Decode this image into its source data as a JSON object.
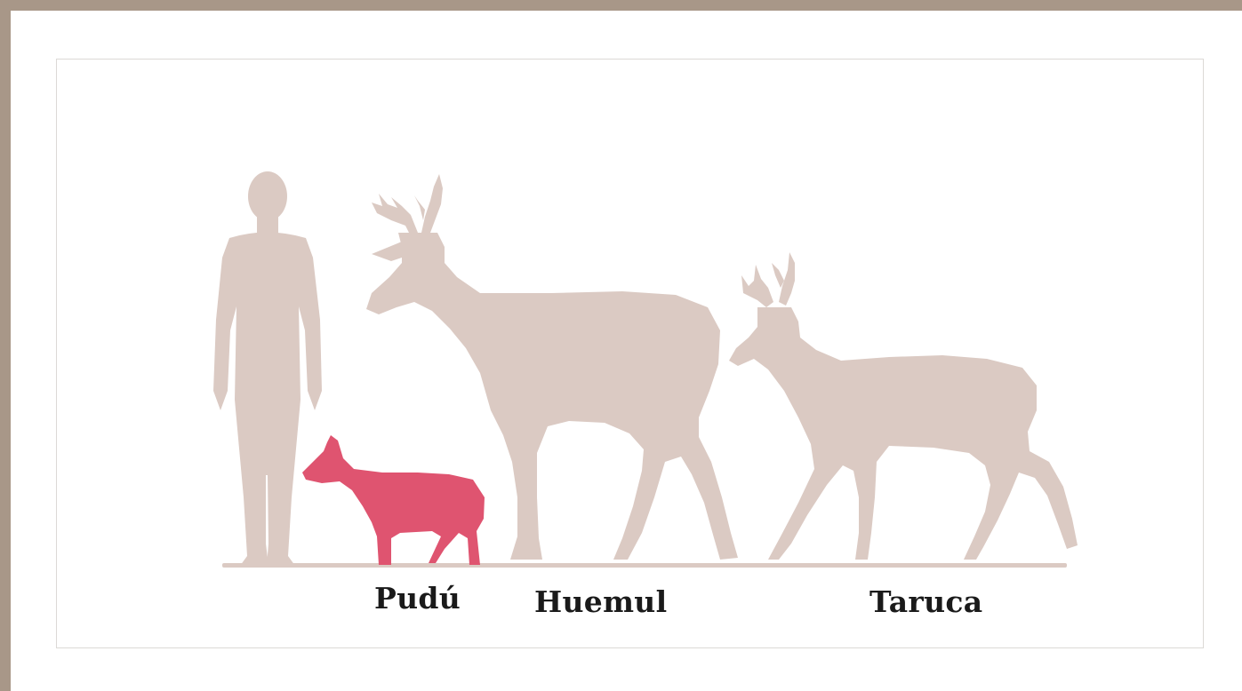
{
  "colors": {
    "frame": "#a89788",
    "silhouette": "#dbcac3",
    "highlight": "#df5470",
    "ground": "#dbcac3",
    "label_text": "#1a1a1a"
  },
  "labels": {
    "pudu": "Pudú",
    "huemul": "Huemul",
    "taruca": "Taruca"
  },
  "figures": [
    {
      "name": "human-silhouette",
      "highlighted": false
    },
    {
      "name": "pudu-silhouette",
      "highlighted": true
    },
    {
      "name": "huemul-silhouette",
      "highlighted": false
    },
    {
      "name": "taruca-silhouette",
      "highlighted": false
    }
  ]
}
